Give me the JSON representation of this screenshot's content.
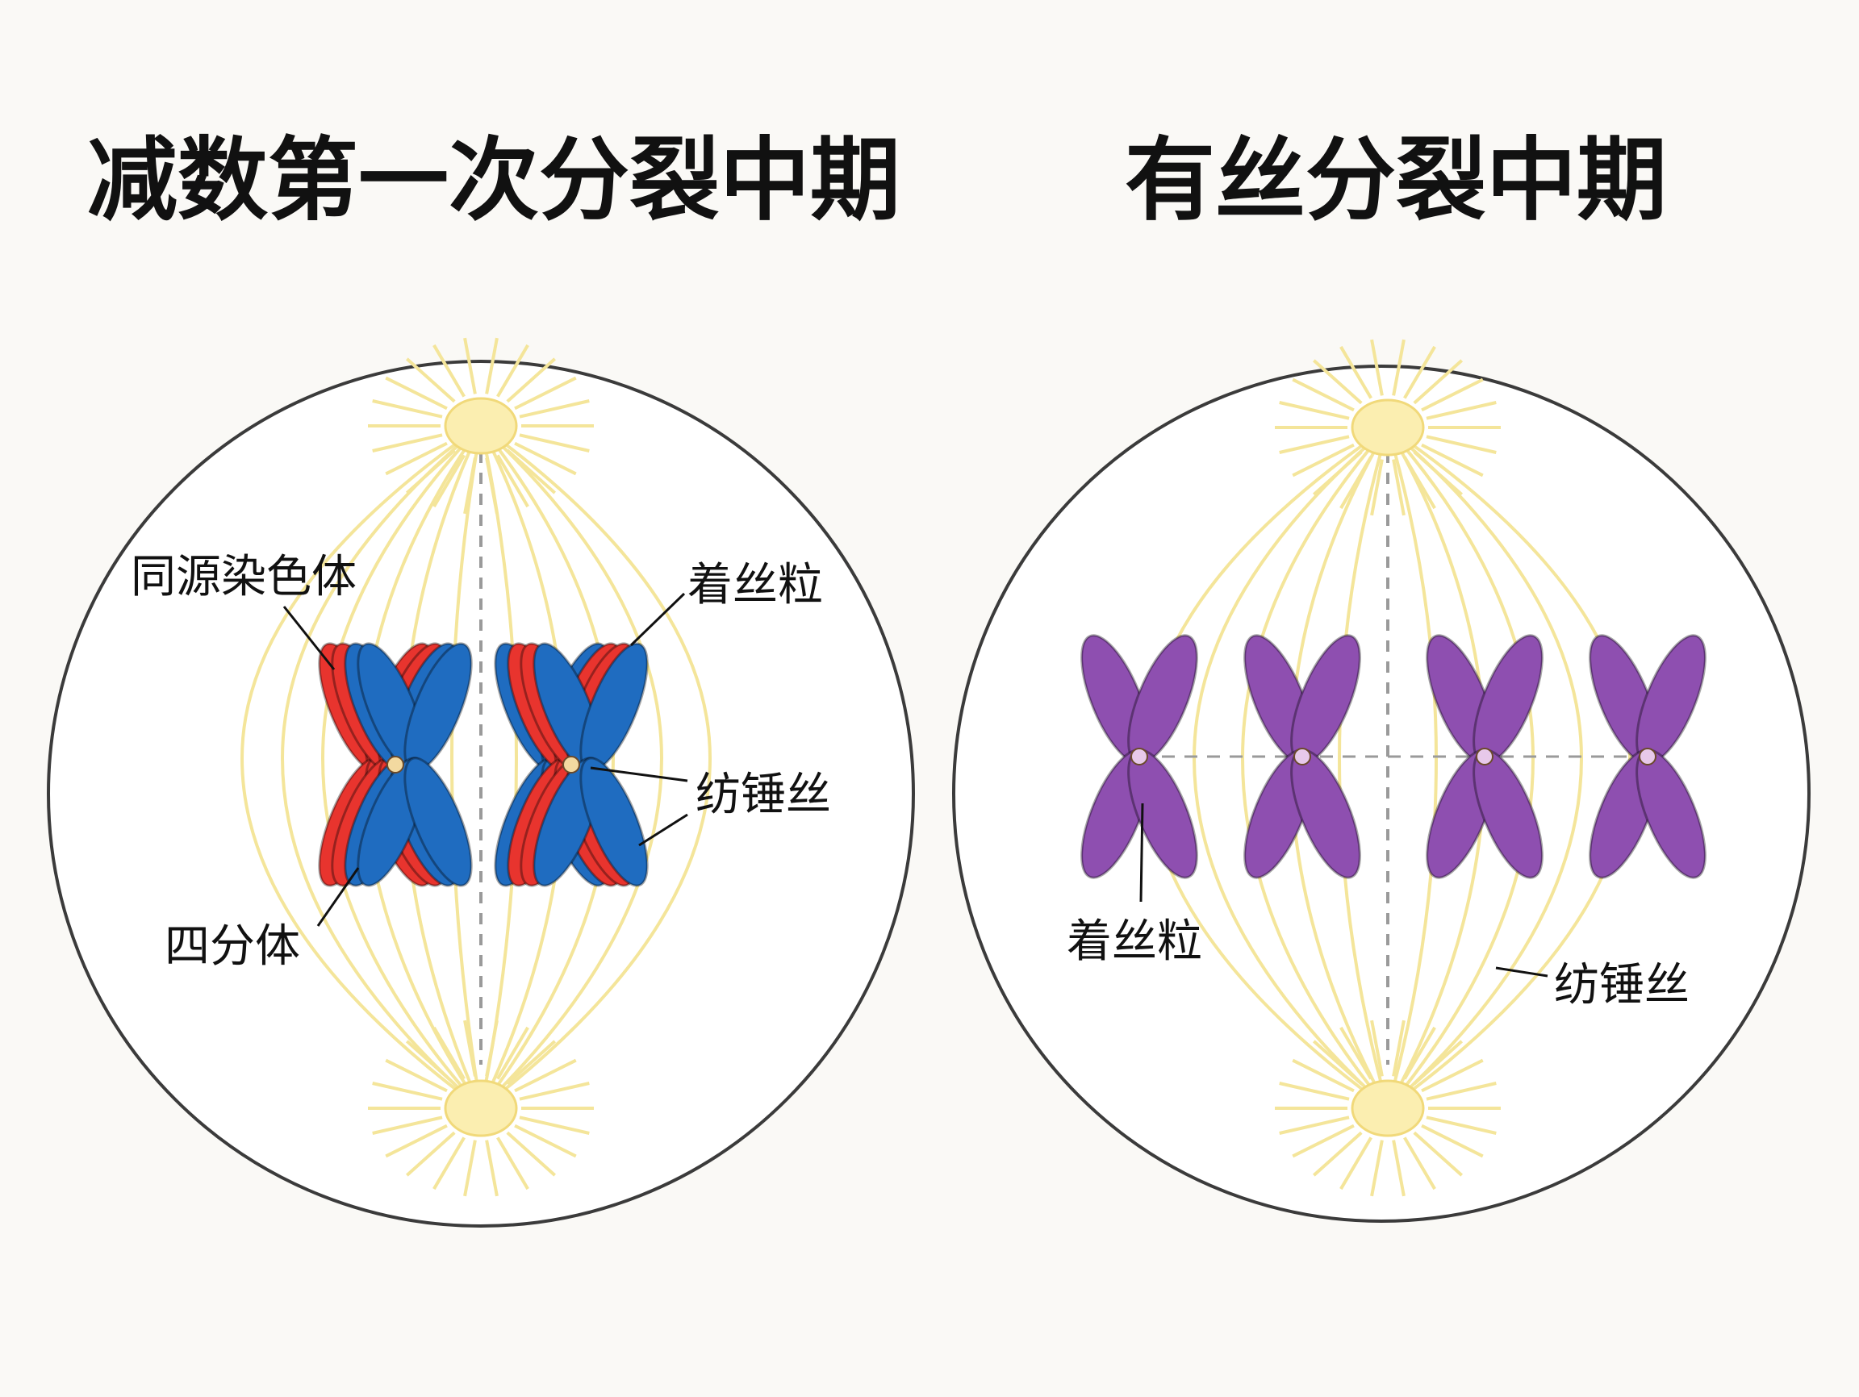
{
  "left_panel": {
    "title": "减数第一次分裂中期",
    "labels": {
      "homologous": "同源染色体",
      "centromere": "着丝粒",
      "spindle": "纺锤丝",
      "tetrad": "四分体"
    },
    "colors": {
      "maternal": "#e8342e",
      "paternal": "#1f6cc0",
      "centromere": "#f3d9a0"
    }
  },
  "right_panel": {
    "title": "有丝分裂中期",
    "labels": {
      "centromere": "着丝粒",
      "spindle": "纺锤丝"
    },
    "colors": {
      "chromosome": "#8e4fb0",
      "centromere": "#e7c9ea"
    }
  },
  "colors": {
    "background": "#faf9f6",
    "cell_outline": "#3b3b3b",
    "spindle_fiber": "#f4e59a",
    "pole": "#fbeeb0"
  }
}
